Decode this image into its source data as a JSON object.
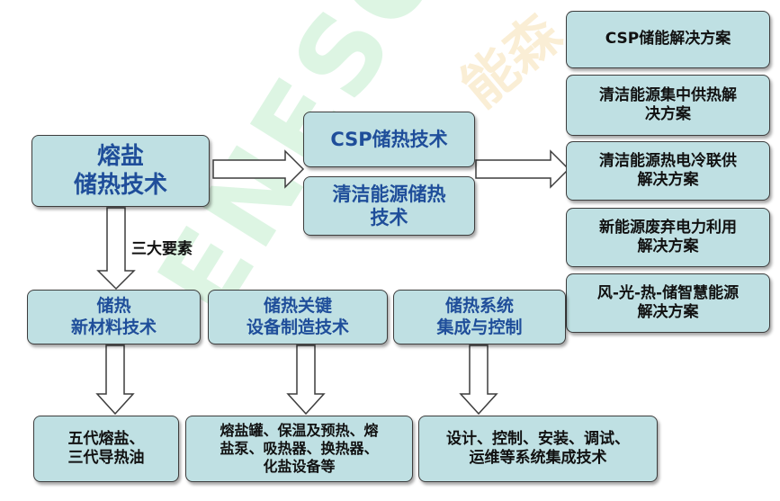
{
  "watermark": "ENESOON",
  "watermark_cn": "能森",
  "center_box": [
    "熔盐",
    "储热技术"
  ],
  "edge_label": "三大要素",
  "tech_boxes": {
    "csp": "CSP储热技术",
    "clean": [
      "清洁能源储热",
      "技术"
    ]
  },
  "solutions": [
    [
      "CSP储能解决方案"
    ],
    [
      "清洁能源集中供热解",
      "决方案"
    ],
    [
      "清洁能源热电冷联供",
      "解决方案"
    ],
    [
      "新能源废弃电力利用",
      "解决方案"
    ],
    [
      "风-光-热-储智慧能源",
      "解决方案"
    ]
  ],
  "elements": [
    [
      "储热",
      "新材料技术"
    ],
    [
      "储热关键",
      "设备制造技术"
    ],
    [
      "储热系统",
      "集成与控制"
    ]
  ],
  "details": [
    [
      "五代熔盐、",
      "三代导热油"
    ],
    [
      "熔盐罐、保温及预热、熔",
      "盐泵、吸热器、换热器、",
      "化盐设备等"
    ],
    [
      "设计、控制、安装、调试、",
      "运维等系统集成技术"
    ]
  ]
}
